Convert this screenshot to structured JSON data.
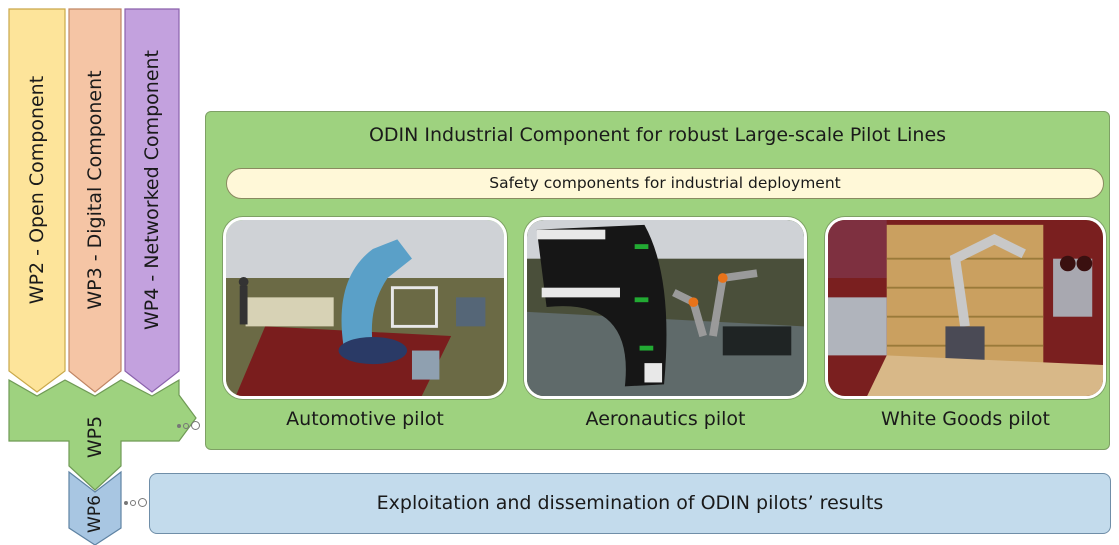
{
  "work_packages": {
    "wp2": "WP2 - Open Component",
    "wp3": "WP3 - Digital Component",
    "wp4": "WP4 - Networked Component",
    "wp5": "WP5",
    "wp6": "WP6"
  },
  "industrial_panel": {
    "title": "ODIN Industrial Component for robust Large-scale Pilot Lines",
    "safety_bar": "Safety components for industrial deployment",
    "pilots": [
      {
        "label": "Automotive pilot"
      },
      {
        "label": "Aeronautics pilot"
      },
      {
        "label": "White Goods pilot"
      }
    ]
  },
  "exploitation_panel": {
    "text": "Exploitation and dissemination of ODIN pilots’ results"
  },
  "colors": {
    "wp2": "#fde49a",
    "wp3": "#f5c5a5",
    "wp4": "#c3a1de",
    "wp5": "#9ed27f",
    "wp6": "#a8c6e2",
    "industrial_panel": "#9ed27f",
    "exploitation_panel": "#c3dbec",
    "safety_bar": "#fff8d8"
  }
}
